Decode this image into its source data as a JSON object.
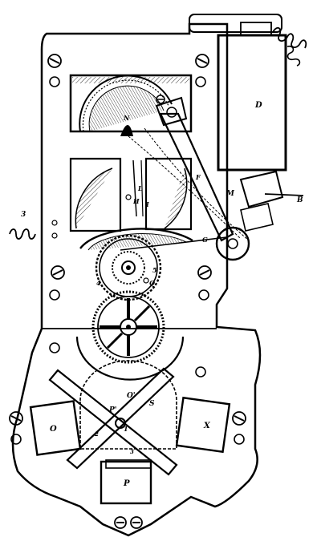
{
  "labels": {
    "D": "D",
    "F": "F",
    "M": "M",
    "B": "B",
    "three_left": "3",
    "L": "L",
    "H": "H",
    "I": "I",
    "G": "G",
    "four": "4",
    "five": "5",
    "Q": "Q",
    "O_prime": "O'",
    "P_prime": "P'",
    "S": "S",
    "O": "O",
    "X": "X",
    "P": "P",
    "two": "2",
    "three_bottom": "3",
    "N": "N",
    "one": "1"
  },
  "colors": {
    "ink": "#000000",
    "paper": "#ffffff"
  }
}
